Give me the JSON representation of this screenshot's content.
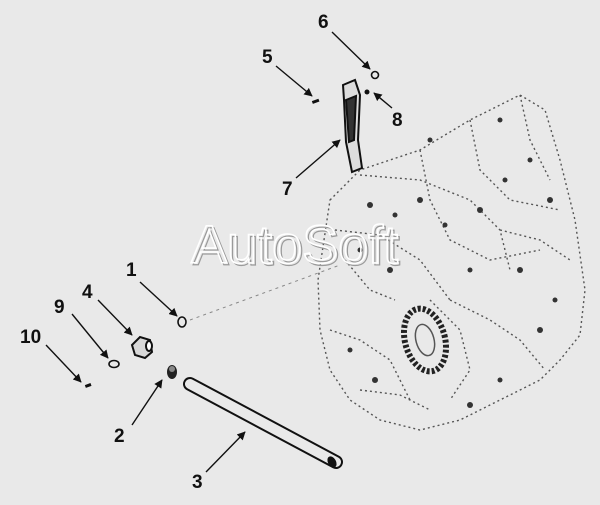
{
  "watermark": "AutoSoft",
  "callouts": [
    {
      "label": "1"
    },
    {
      "label": "2"
    },
    {
      "label": "3"
    },
    {
      "label": "4"
    },
    {
      "label": "5"
    },
    {
      "label": "6"
    },
    {
      "label": "7"
    },
    {
      "label": "8"
    },
    {
      "label": "9"
    },
    {
      "label": "10"
    }
  ],
  "colors": {
    "background": "#e9e9e9",
    "ink": "#111111",
    "watermark": "#ffffff"
  }
}
